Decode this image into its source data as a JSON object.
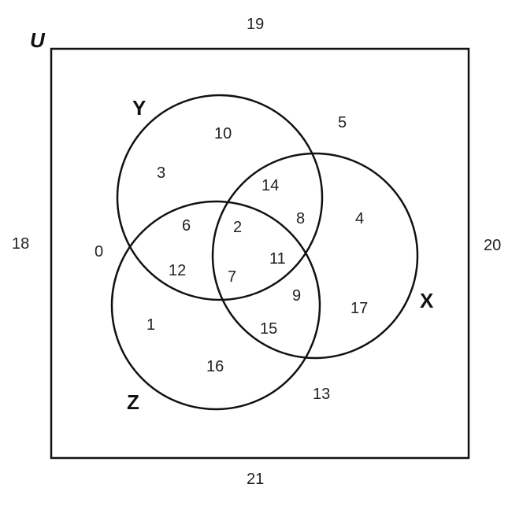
{
  "universe_label": "U",
  "sets": {
    "x_label": "X",
    "y_label": "Y",
    "z_label": "Z"
  },
  "numbers": {
    "outside_top": "19",
    "outside_left": "18",
    "outside_right": "20",
    "outside_bottom": "21",
    "in_u_only_left": "0",
    "in_u_only_top_right": "5",
    "in_u_only_bottom_right": "13",
    "y_only_top": "10",
    "y_only_left": "3",
    "y_and_x_only": "14",
    "y_and_x_only_2": "8",
    "x_only_top": "4",
    "x_only_bottom": "17",
    "y_and_z_only": "6",
    "y_and_z_only_2": "12",
    "all_three": "2",
    "all_three_2": "11",
    "all_three_3": "7",
    "x_and_z_only": "9",
    "x_and_z_only_2": "15",
    "z_only_left": "1",
    "z_only_bottom": "16"
  },
  "colors": {
    "stroke": "#111111",
    "text": "#222222",
    "background": "#ffffff"
  }
}
